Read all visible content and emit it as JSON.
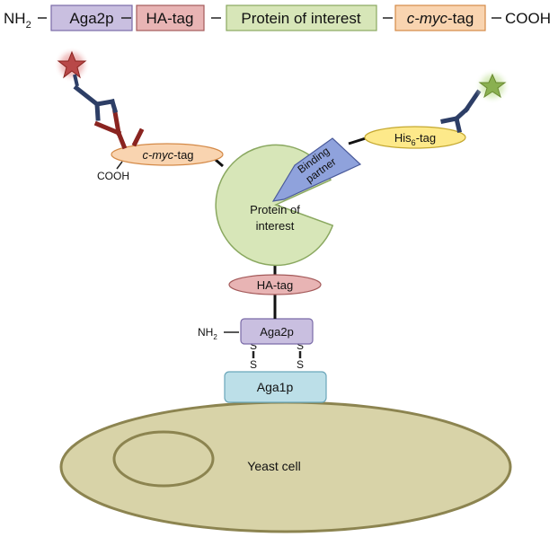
{
  "construct": {
    "n_terminus": "NH",
    "n_terminus_sub": "2",
    "c_terminus": "COOH",
    "boxes": [
      {
        "label": "Aga2p",
        "fill": "#c9bfe0",
        "stroke": "#7a6aa8"
      },
      {
        "label": "HA-tag",
        "fill": "#e8b4b4",
        "stroke": "#a45a5a"
      },
      {
        "label": "Protein of interest",
        "fill": "#d7e6b8",
        "stroke": "#8aa860"
      },
      {
        "label_prefix": "c-myc",
        "label_suffix": "-tag",
        "fill": "#f9d4b0",
        "stroke": "#d48a48"
      }
    ]
  },
  "diagram": {
    "cmyc_tag": {
      "prefix": "c-myc",
      "suffix": "-tag"
    },
    "cmyc_cooh": "COOH",
    "his_tag": {
      "prefix": "His",
      "sub": "6",
      "suffix": "-tag"
    },
    "binding_partner": {
      "line1": "Binding",
      "line2": "partner"
    },
    "protein": {
      "line1": "Protein of",
      "line2": "interest"
    },
    "ha_tag": "HA-tag",
    "aga2p": "Aga2p",
    "aga2p_nh2": "NH",
    "aga2p_nh2_sub": "2",
    "disulfide": "S",
    "aga1p": "Aga1p",
    "yeast_cell": "Yeast cell"
  },
  "colors": {
    "aga2p": "#c9bfe0",
    "ha_tag": "#e8b4b4",
    "protein": "#d7e6b8",
    "cmyc": "#f9d4b0",
    "his": "#fde98a",
    "binding_partner": "#8fa2dc",
    "aga1p": "#bcdfe8",
    "yeast_cell": "#d8d3a8",
    "antibody_dark": "#2d3e66",
    "antibody_red": "#8a2420",
    "star_red": "#c06060",
    "star_green": "#8ab050"
  }
}
